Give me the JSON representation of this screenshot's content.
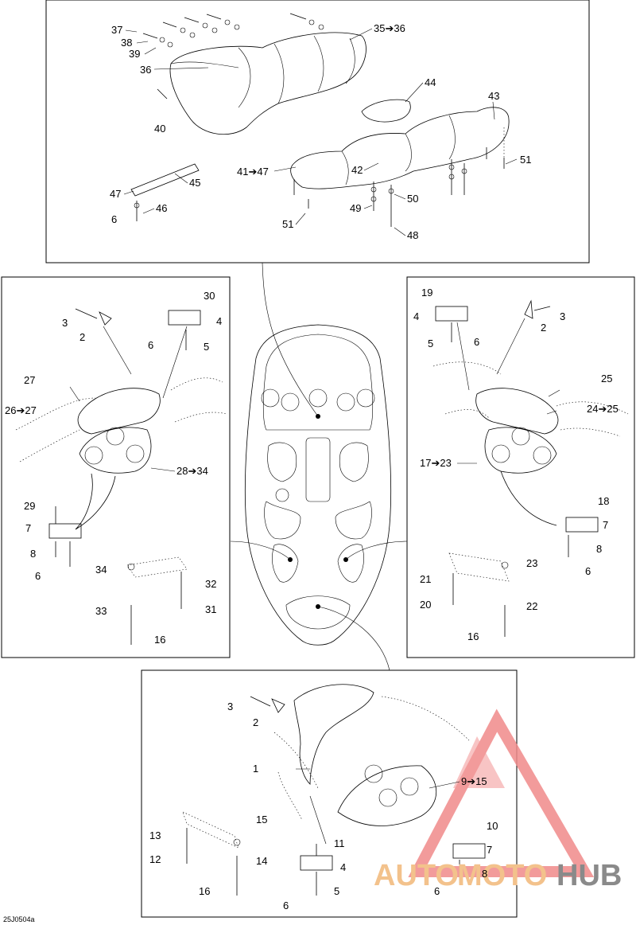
{
  "diagram_code": "25J0504a",
  "watermark": {
    "part1": "AUTO",
    "part2": "MOTO",
    "part3": "HUB",
    "color1": "#f3c28c",
    "color2": "#f3c28c",
    "color3": "#8a8a8a",
    "triangle_color": "#f08a8a"
  },
  "callouts": {
    "c1": "1",
    "c2": "2",
    "c3": "3",
    "c4": "4",
    "c5": "5",
    "c6": "6",
    "c7": "7",
    "c8": "8",
    "c9_15": "9➔15",
    "c10": "10",
    "c11": "11",
    "c12": "12",
    "c13": "13",
    "c14": "14",
    "c15": "15",
    "c16": "16",
    "c17_23": "17➔23",
    "c18": "18",
    "c19": "19",
    "c20": "20",
    "c21": "21",
    "c22": "22",
    "c23": "23",
    "c24_25": "24➔25",
    "c25": "25",
    "c26_27": "26➔27",
    "c27": "27",
    "c28_34": "28➔34",
    "c29": "29",
    "c30": "30",
    "c31": "31",
    "c32": "32",
    "c33": "33",
    "c34": "34",
    "c35_36": "35➔36",
    "c36": "36",
    "c37": "37",
    "c38": "38",
    "c39": "39",
    "c40": "40",
    "c41_47": "41➔47",
    "c42": "42",
    "c43": "43",
    "c44": "44",
    "c45": "45",
    "c46": "46",
    "c47": "47",
    "c48": "48",
    "c49": "49",
    "c50": "50",
    "c51": "51"
  }
}
